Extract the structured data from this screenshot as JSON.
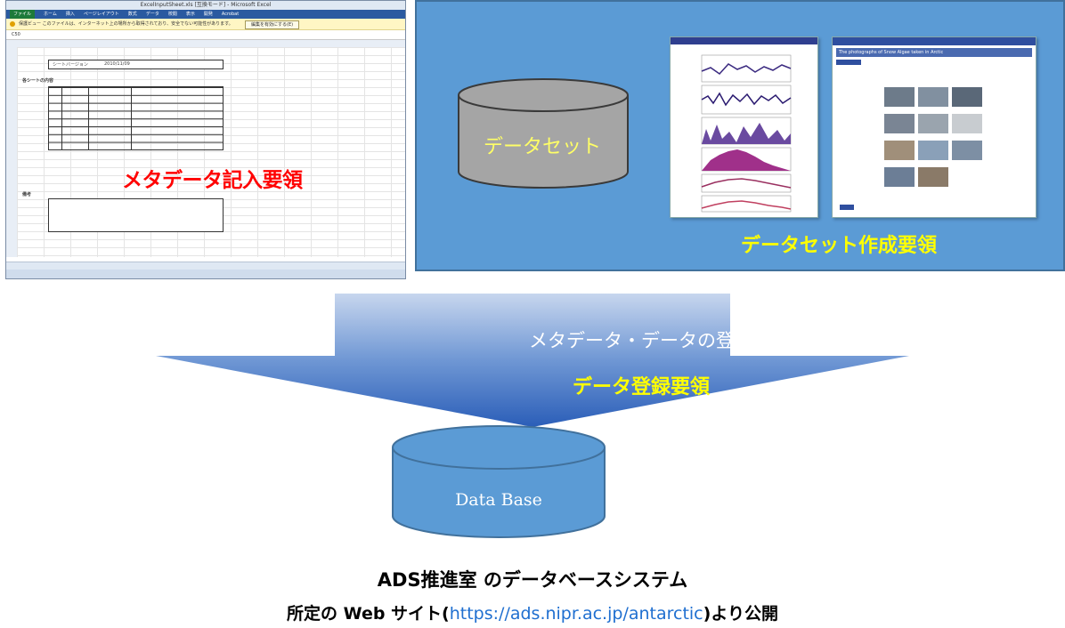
{
  "excel": {
    "window_title": "ExcelInputSheet.xls [互換モード] - Microsoft Excel",
    "ribbon_tabs": [
      "ファイル",
      "ホーム",
      "挿入",
      "ページレイアウト",
      "数式",
      "データ",
      "校閲",
      "表示",
      "開発",
      "Acrobat"
    ],
    "security_message": "保護ビュー このファイルは、インターネット上の場所から取得されており、安全でない可能性があります。",
    "enable_editing_label": "編集を有効にする(E)",
    "cell_ref": "C50",
    "sheet_version_label": "シートバージョン",
    "sheet_version_value": "2010/11/09",
    "section_heading": "各シートの内容",
    "notes_heading": "備考",
    "label": "メタデータ記入要領"
  },
  "dataset": {
    "cylinder_label": "データセット",
    "label": "データセット作成要領",
    "photo_page_title": "The photographs of Snow Algae taken in Arctic"
  },
  "arrow": {
    "title": "メタデータ・データの登録",
    "subtitle": "データ登録要領"
  },
  "database": {
    "label": "Data Base"
  },
  "captions": {
    "line1": "ADS推進室 のデータベースシステム",
    "line2_prefix": "所定の Web サイト(",
    "line2_url": "https://ads.nipr.ac.jp/antarctic",
    "line2_suffix": ")より公開"
  },
  "colors": {
    "panel_blue": "#5b9bd5",
    "panel_border": "#41719c",
    "cylinder_gray": "#a5a5a5",
    "highlight_yellow": "#ffff00",
    "meta_red": "#ff0000",
    "url_blue": "#1f6fd0"
  }
}
